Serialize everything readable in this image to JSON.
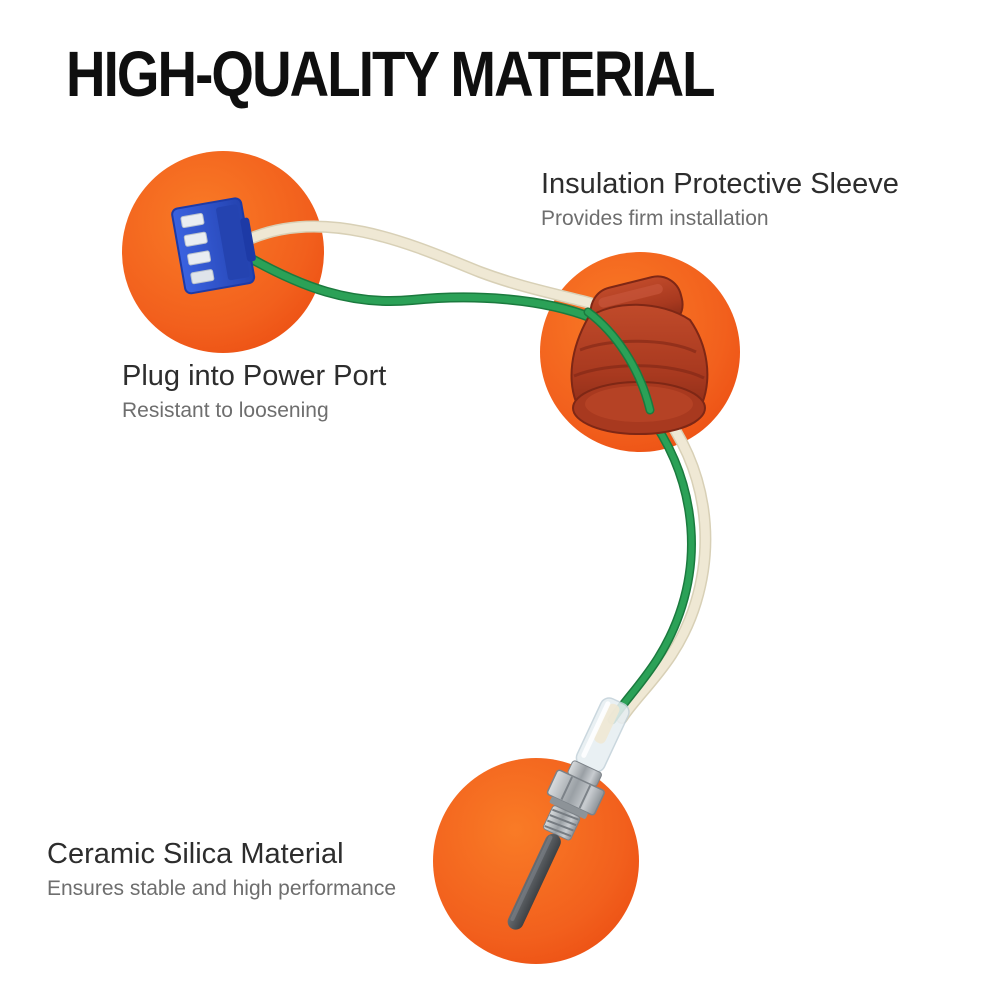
{
  "title": "HIGH-QUALITY MATERIAL",
  "callouts": {
    "sleeve": {
      "label": "Insulation Protective Sleeve",
      "sublabel": "Provides firm installation"
    },
    "power": {
      "label": "Plug into Power Port",
      "sublabel": "Resistant to loosening"
    },
    "ceramic": {
      "label": "Ceramic Silica Material",
      "sublabel": "Ensures stable and high performance"
    }
  },
  "colors": {
    "accent_orange": "#F2601D",
    "title_black": "#0F0F0F",
    "label_dark": "#2D2D2D",
    "subtitle_gray": "#6E6E6E",
    "connector_blue": "#2F55CF",
    "wire_green": "#2BA157",
    "wire_cream": "#EFE8D4",
    "sleeve_red": "#A8391F",
    "plug_metal": "#B9BDC0",
    "ceramic_gray": "#53575B",
    "background": "#FFFFFF"
  }
}
